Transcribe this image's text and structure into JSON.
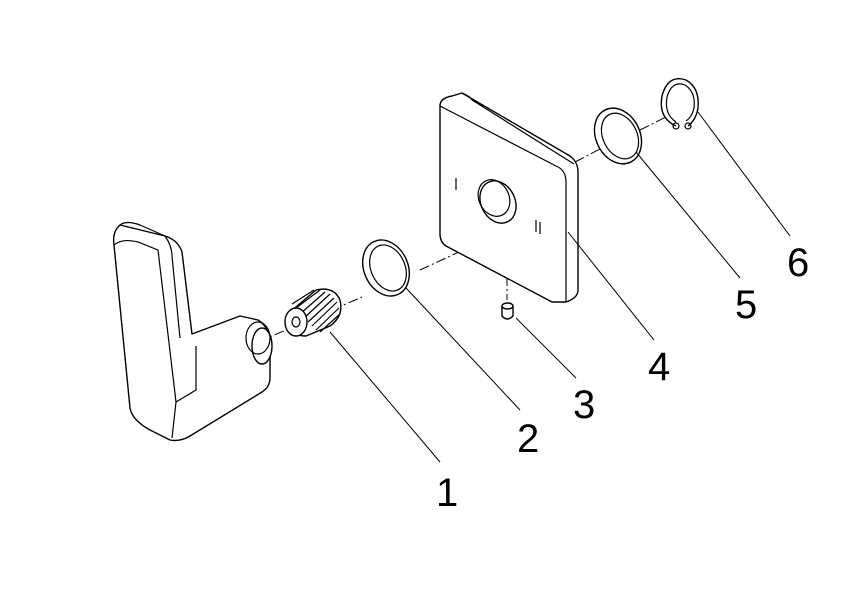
{
  "diagram": {
    "callouts": [
      {
        "number": "1",
        "part": "knurled-adapter"
      },
      {
        "number": "2",
        "part": "o-ring"
      },
      {
        "number": "3",
        "part": "set-screw"
      },
      {
        "number": "4",
        "part": "cover-plate"
      },
      {
        "number": "5",
        "part": "washer-ring"
      },
      {
        "number": "6",
        "part": "retaining-clip"
      }
    ],
    "plate_markings": {
      "left": "I",
      "right": "II"
    },
    "colors": {
      "line": "#000000",
      "background": "#ffffff"
    }
  }
}
